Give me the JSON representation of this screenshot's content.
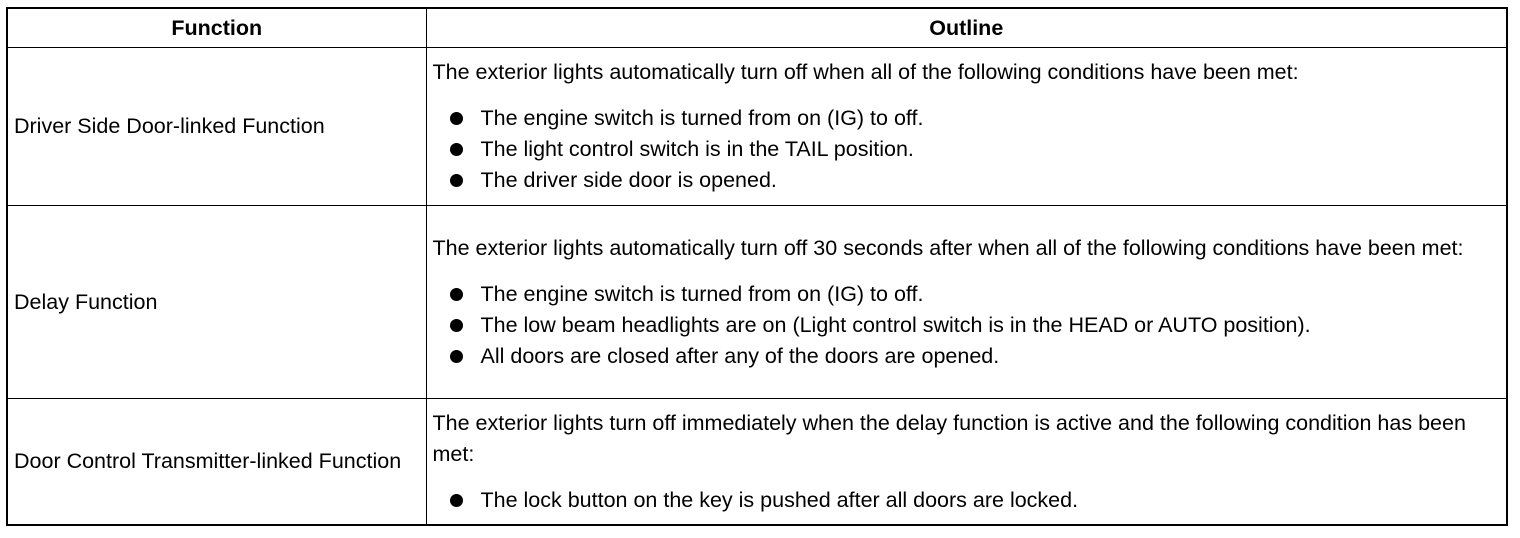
{
  "headers": {
    "function": "Function",
    "outline": "Outline"
  },
  "rows": [
    {
      "function": "Driver Side Door-linked Function",
      "intro": "The exterior lights automatically turn off when all of the following conditions have been met:",
      "conditions": [
        "The engine switch is turned from on (IG) to off.",
        "The light control switch is in the TAIL position.",
        "The driver side door is opened."
      ]
    },
    {
      "function": "Delay Function",
      "intro": "The exterior lights automatically turn off 30 seconds after when all of the following conditions have been met:",
      "conditions": [
        "The engine switch is turned from on (IG) to off.",
        "The low beam headlights are on (Light control switch is in the HEAD or AUTO position).",
        "All doors are closed after any of the doors are opened."
      ]
    },
    {
      "function": "Door Control Transmitter-linked Function",
      "intro": "The exterior lights turn off immediately when the delay function is active and the following condition has been met:",
      "conditions": [
        "The lock button on the key is pushed after all doors are locked."
      ]
    }
  ]
}
